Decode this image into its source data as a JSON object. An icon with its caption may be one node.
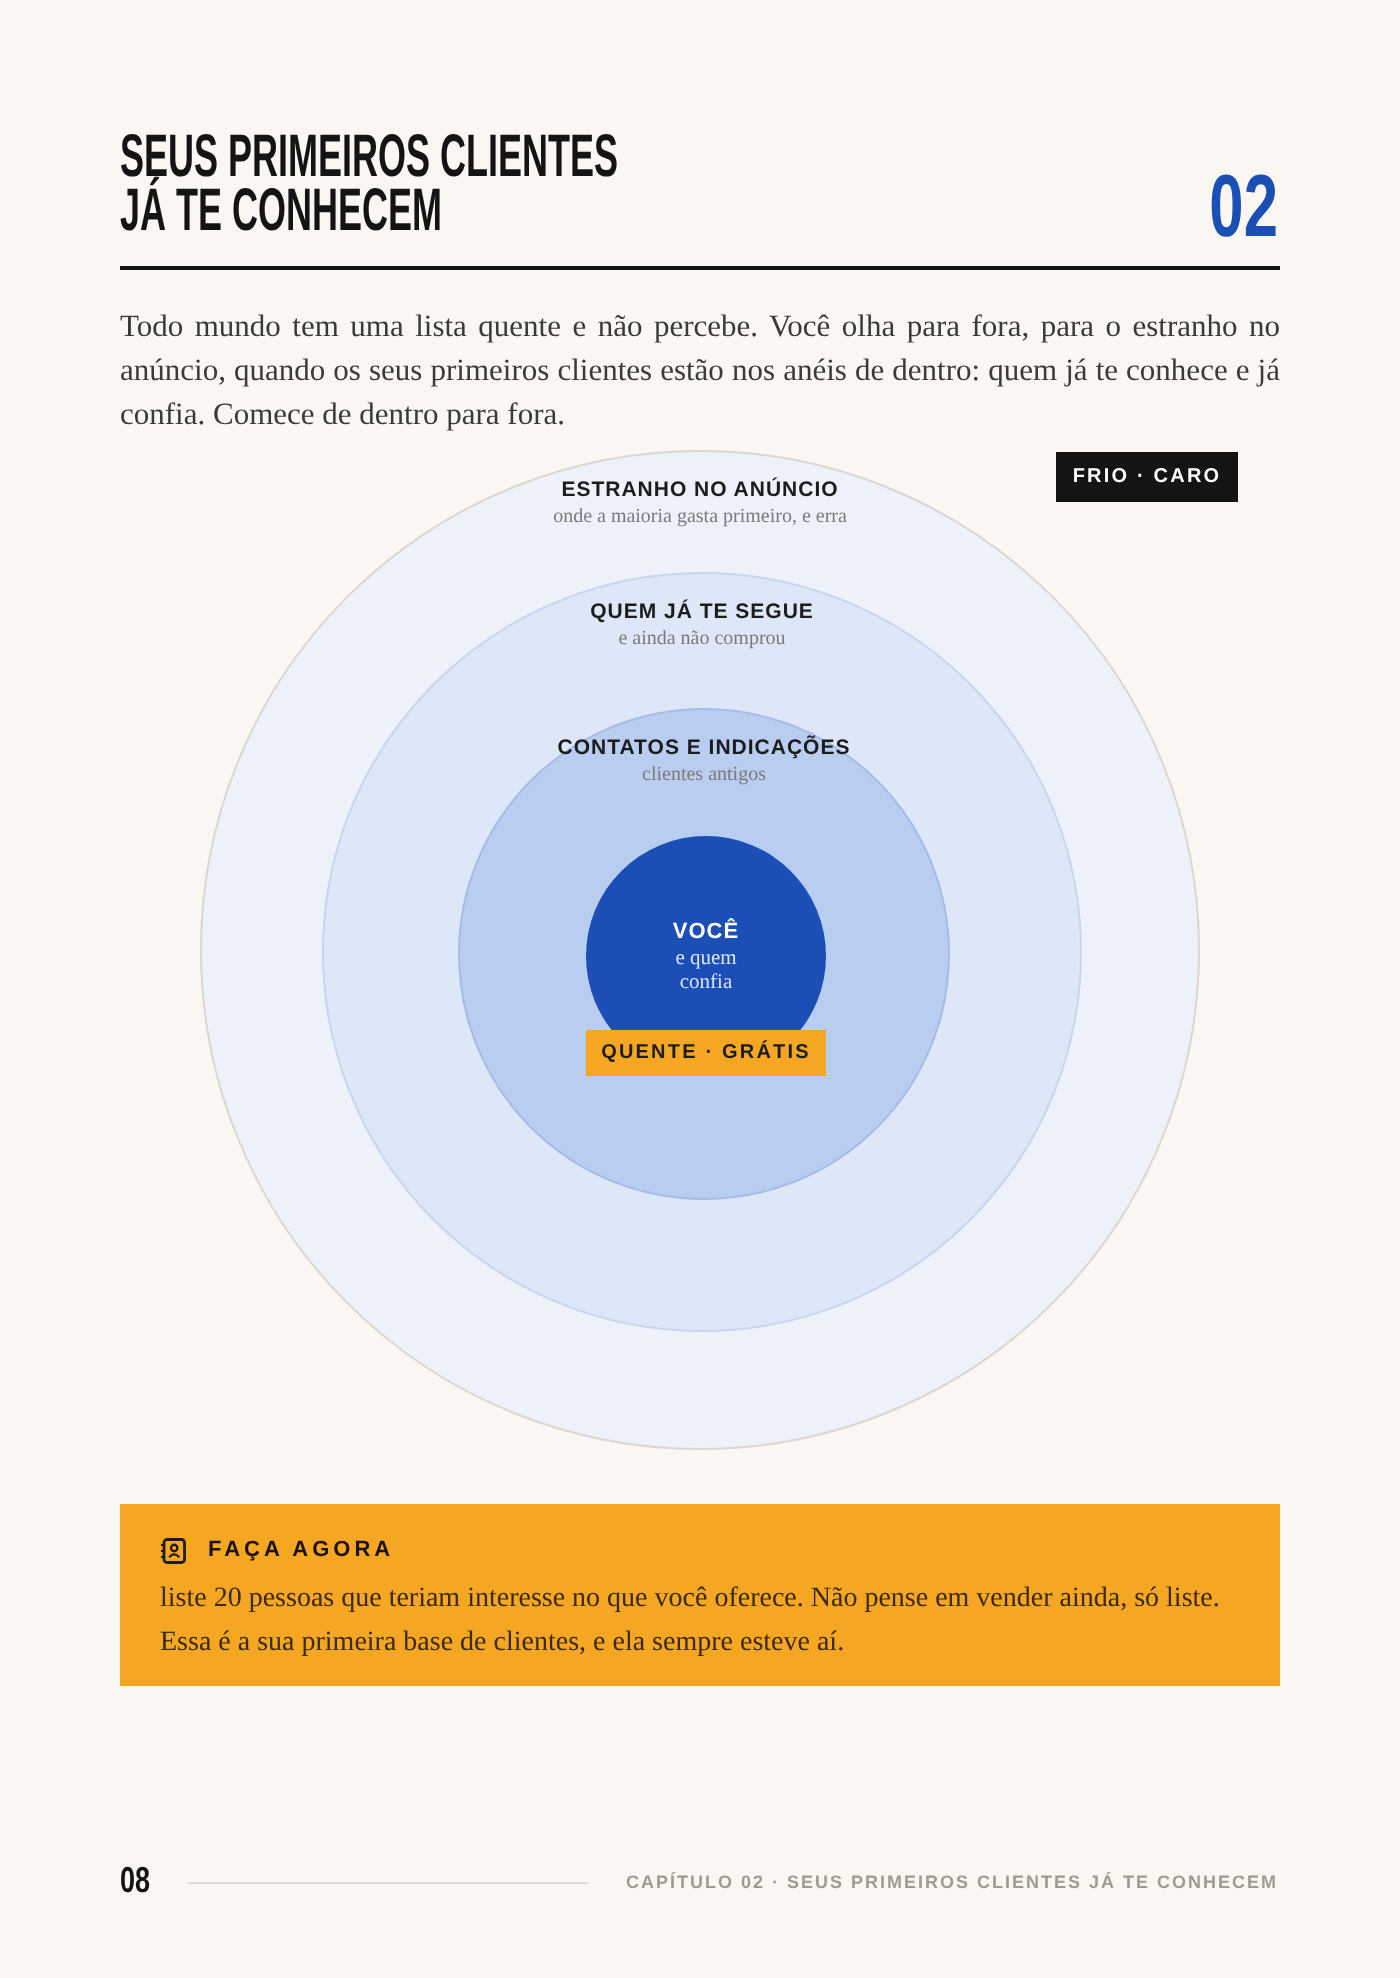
{
  "diagram": {
    "title": "SEUS PRIMEIROS CLIENTES JÁ TE CONHECEM",
    "nodes": [
      {
        "text": [
          "ESTRANHO NO ANÚNCIO",
          "onde a maioria gasta primeiro, e erra"
        ]
      },
      {
        "text": [
          "QUEM JÁ TE SEGUE",
          "e ainda não comprou"
        ],
        "in": 0
      },
      {
        "text": [
          "CONTATOS E INDICAÇÕES",
          "clientes antigos"
        ],
        "in": 1
      },
      {
        "text": [
          "VOCÊ",
          "e quem confia"
        ],
        "in": 2
      },
      {
        "text": [
          "QUENTE · GRÁTIS"
        ],
        "in": 3
      },
      {
        "text": [
          "FRIO · CARO"
        ]
      },
      {
        "text": [
          "FAÇA AGORA",
          "liste 20 pessoas que teriam interesse no que você oferece. Não pense em vender ainda, só liste. Essa é a sua primeira base de clientes, e ela sempre esteve aí."
        ]
      }
    ],
    "labels": [
      "02",
      "Todo mundo tem uma lista quente e não percebe. Você olha para fora, para o estranho no anúncio, quando os seus primeiros clientes estão nos anéis de dentro: quem já te conhece e já confia. Comece de dentro para fora.",
      "08",
      "CAPÍTULO 02 · SEUS PRIMEIROS CLIENTES JÁ TE CONHECEM"
    ]
  }
}
